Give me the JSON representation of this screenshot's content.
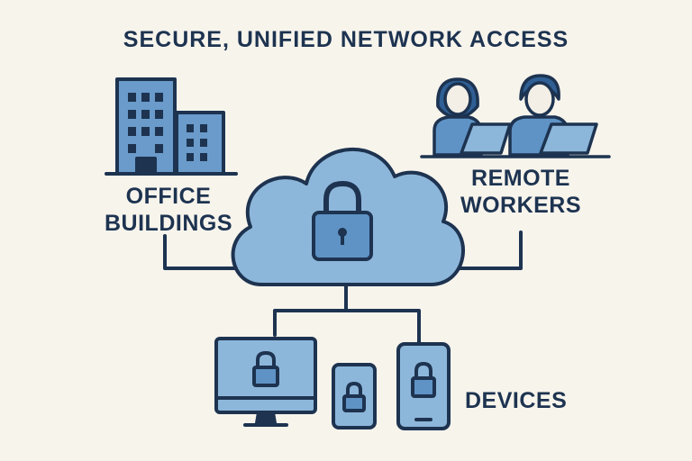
{
  "title": "SECURE, UNIFIED NETWORK ACCESS",
  "nodes": {
    "office": {
      "line1": "OFFICE",
      "line2": "BUILDINGS"
    },
    "remote": {
      "line1": "REMOTE",
      "line2": "WORKERS"
    },
    "devices": {
      "label": "DEVICES"
    }
  },
  "hub": {
    "icon": "cloud-lock-icon"
  },
  "colors": {
    "background": "#f7f4ec",
    "fill_light": "#8db7da",
    "fill_mid": "#5f93c6",
    "stroke_dark": "#1d3350"
  }
}
